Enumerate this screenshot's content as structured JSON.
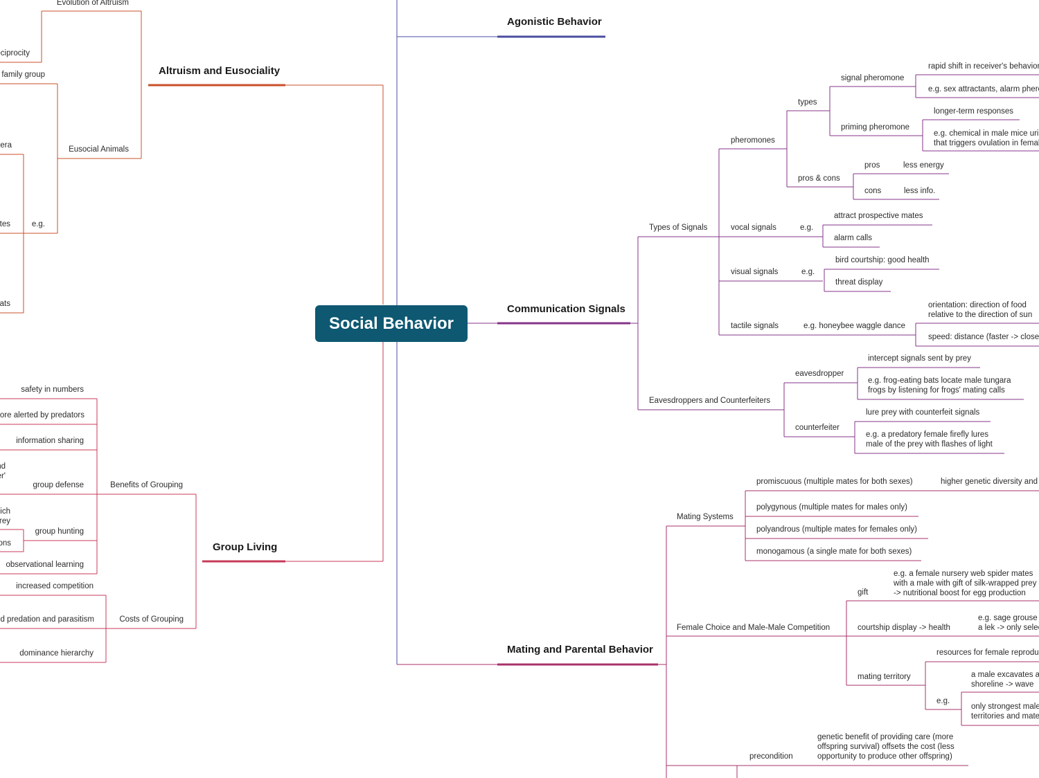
{
  "center": "Social Behavior",
  "colors": {
    "center": "#0e5872",
    "agonistic": "#4a4ea0",
    "altruism": "#c8502a",
    "communication": "#86338a",
    "group": "#c83a58",
    "mating": "#a8306a"
  },
  "nodes": {
    "evolution_of_altruism": "Evolution of Altruism",
    "reciprocity": "Reciprocity",
    "family_group": "family group",
    "altruism": "Altruism and Eusociality",
    "eusocial": "Eusocial Animals",
    "hymenoptera": "Hymenoptera",
    "eg_left": "e.g.",
    "termites": "termites",
    "mole_rats": "naked mole rats",
    "agonistic": "Agonistic Behavior",
    "communication": "Communication Signals",
    "types_of_signals": "Types of Signals",
    "pheromones": "pheromones",
    "types": "types",
    "signal_pheromone": "signal pheromone",
    "rapid_shift": "rapid shift in receiver's behavior",
    "sex_attractants": "e.g. sex attractants, alarm pheromones",
    "priming_pheromone": "priming pheromone",
    "longer_term": "longer-term responses",
    "male_mice": "e.g. chemical in male mice urine\nthat triggers ovulation in females",
    "pros_cons": "pros & cons",
    "pros": "pros",
    "less_energy": "less energy",
    "cons": "cons",
    "less_info": "less info.",
    "vocal": "vocal signals",
    "eg_vocal": "e.g.",
    "attract_mates": "attract prospective mates",
    "alarm_calls": "alarm calls",
    "visual": "visual signals",
    "eg_visual": "e.g.",
    "bird_courtship": "bird courtship: good health",
    "threat_display": "threat display",
    "tactile": "tactile signals",
    "waggle": "e.g. honeybee waggle dance",
    "orientation": "orientation: direction of food\nrelative to the direction of sun",
    "speed": "speed: distance (faster -> closer)",
    "eavesdroppers": "Eavesdroppers and Counterfeiters",
    "eavesdropper": "eavesdropper",
    "intercept": "intercept signals sent by prey",
    "frog_bats": "e.g. frog-eating bats locate male tungara\nfrogs by listening for frogs' mating calls",
    "counterfeiter": "counterfeiter",
    "lure_prey": "lure prey with counterfeit signals",
    "firefly": "e.g. a predatory female firefly lures\nmale of the prey with flashes of light",
    "group_living": "Group Living",
    "benefits": "Benefits of Grouping",
    "safety": "safety in numbers",
    "alerted": "prey more alerted by predators",
    "info_sharing": "information sharing",
    "group_defense": "group defense",
    "defense_eg": "e.g. musk oxen form a ring and\nprotect the young in the 'center'",
    "group_hunting": "group hunting",
    "hunting_eg": "e.g. wolves hunt in packs, which\nallows them to kill larger prey",
    "hunting_eg2": "e.g. lions",
    "observational": "observational learning",
    "costs": "Costs of Grouping",
    "competition": "increased competition",
    "predation": "increased predation and parasitism",
    "dominance": "dominance hierarchy",
    "mating": "Mating and Parental Behavior",
    "mating_systems": "Mating Systems",
    "promiscuous": "promiscuous (multiple mates for both sexes)",
    "higher_diversity": "higher genetic diversity and",
    "polygynous": "polygynous (multiple mates for males only)",
    "polyandrous": "polyandrous (multiple mates for females only)",
    "monogamous": "monogamous (a single mate for both sexes)",
    "female_choice": "Female Choice and Male-Male Competition",
    "gift": "gift",
    "gift_eg": "e.g. a female nursery web spider mates\nwith a male with gift of silk-wrapped prey\n-> nutritional boost for egg production",
    "courtship": "courtship display -> health",
    "grouse": "e.g. sage grouse\na lek -> only selects",
    "mating_territory": "mating territory",
    "resources": "resources for female reproduction",
    "eg_territory": "e.g.",
    "excavates": "a male excavates a\nshoreline -> wave",
    "strongest": "only strongest males\nterritories and mate",
    "precondition": "precondition",
    "genetic_benefit": "genetic benefit of providing care (more\noffspring survival) offsets the cost (less\nopportunity to produce other offspring)"
  }
}
